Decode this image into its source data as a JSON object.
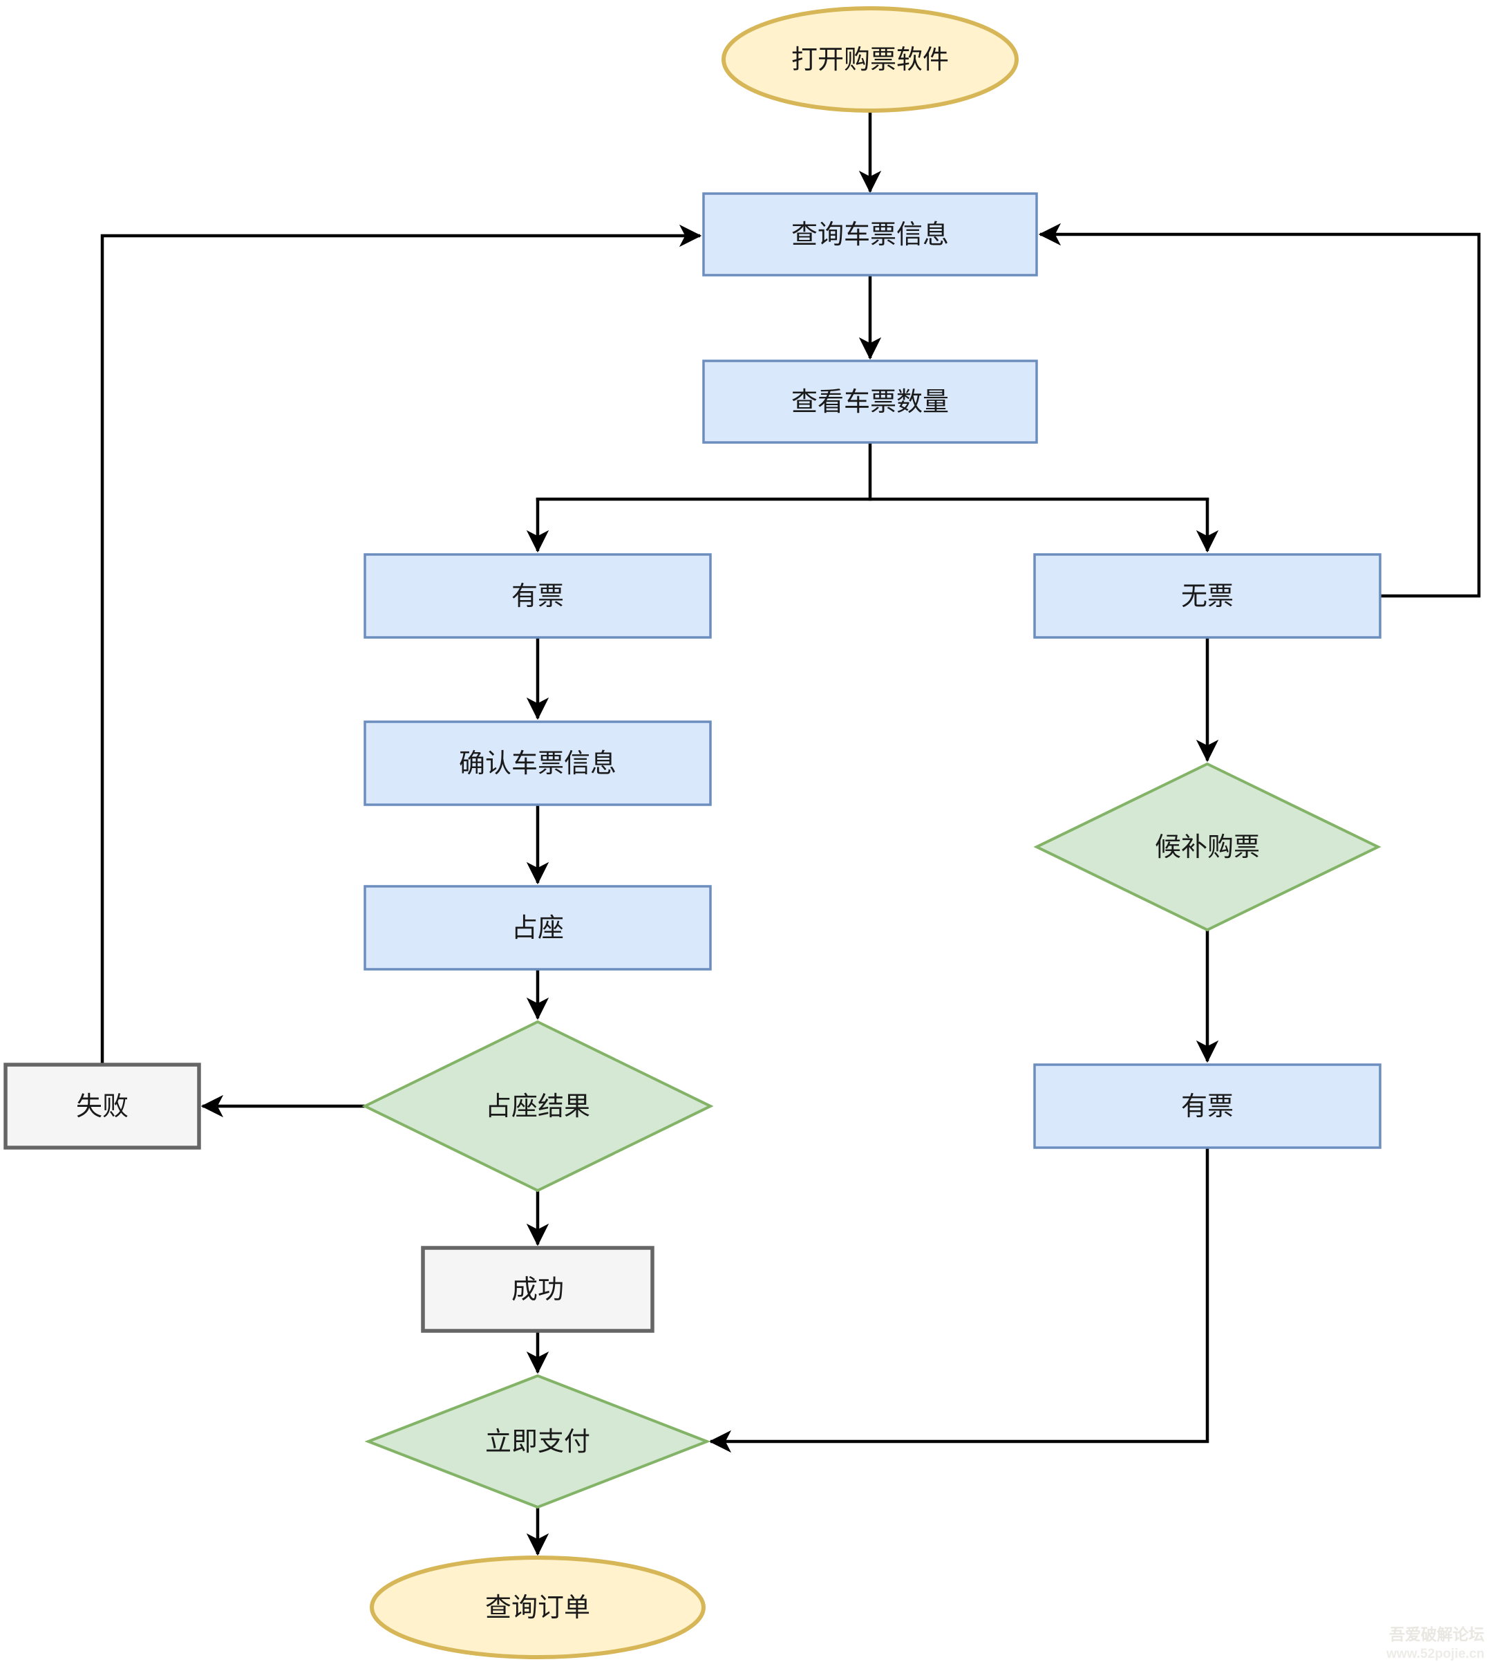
{
  "diagram": {
    "type": "flowchart",
    "language": "zh-CN",
    "nodes": {
      "start": {
        "label": "打开购票软件",
        "shape": "ellipse",
        "role": "terminal"
      },
      "query_ticket": {
        "label": "查询车票信息",
        "shape": "rect",
        "role": "process"
      },
      "check_count": {
        "label": "查看车票数量",
        "shape": "rect",
        "role": "process"
      },
      "has_ticket_left": {
        "label": "有票",
        "shape": "rect",
        "role": "process"
      },
      "no_ticket": {
        "label": "无票",
        "shape": "rect",
        "role": "process"
      },
      "confirm_info": {
        "label": "确认车票信息",
        "shape": "rect",
        "role": "process"
      },
      "hold_seat": {
        "label": "占座",
        "shape": "rect",
        "role": "process"
      },
      "seat_result": {
        "label": "占座结果",
        "shape": "diamond",
        "role": "decision"
      },
      "fail": {
        "label": "失败",
        "shape": "rect",
        "role": "neutral"
      },
      "success": {
        "label": "成功",
        "shape": "rect",
        "role": "neutral"
      },
      "pay_now": {
        "label": "立即支付",
        "shape": "diamond",
        "role": "decision"
      },
      "waitlist": {
        "label": "候补购票",
        "shape": "diamond",
        "role": "decision"
      },
      "has_ticket_right": {
        "label": "有票",
        "shape": "rect",
        "role": "process"
      },
      "query_order": {
        "label": "查询订单",
        "shape": "ellipse",
        "role": "terminal"
      }
    },
    "edges": [
      {
        "from": "start",
        "to": "query_ticket"
      },
      {
        "from": "query_ticket",
        "to": "check_count"
      },
      {
        "from": "check_count",
        "to": "has_ticket_left"
      },
      {
        "from": "check_count",
        "to": "no_ticket"
      },
      {
        "from": "has_ticket_left",
        "to": "confirm_info"
      },
      {
        "from": "confirm_info",
        "to": "hold_seat"
      },
      {
        "from": "hold_seat",
        "to": "seat_result"
      },
      {
        "from": "seat_result",
        "to": "fail"
      },
      {
        "from": "seat_result",
        "to": "success"
      },
      {
        "from": "fail",
        "to": "query_ticket"
      },
      {
        "from": "success",
        "to": "pay_now"
      },
      {
        "from": "pay_now",
        "to": "query_order"
      },
      {
        "from": "no_ticket",
        "to": "waitlist"
      },
      {
        "from": "no_ticket",
        "to": "query_ticket"
      },
      {
        "from": "waitlist",
        "to": "has_ticket_right"
      },
      {
        "from": "has_ticket_right",
        "to": "pay_now"
      }
    ],
    "colors": {
      "process_fill": "#DAE8FC",
      "process_stroke": "#6C8EBF",
      "decision_fill": "#D5E8D4",
      "decision_stroke": "#82B366",
      "terminal_fill": "#FFF2CC",
      "terminal_stroke": "#D6B656",
      "neutral_fill": "#F5F5F5",
      "neutral_stroke": "#666666",
      "connector": "#000000",
      "text": "#1A1A1A",
      "background": "#FFFFFF",
      "watermark": "#E9E7E2"
    },
    "watermark": {
      "line1": "吾爱破解论坛",
      "line2": "www.52pojie.cn"
    }
  }
}
